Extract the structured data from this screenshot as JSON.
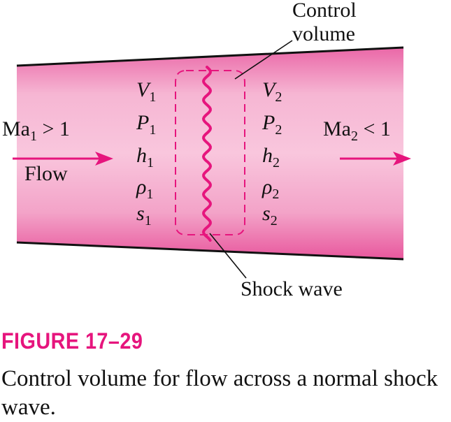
{
  "diagram": {
    "control_volume_label": [
      "Control",
      "volume"
    ],
    "shock_wave_label": "Shock wave",
    "upstream": {
      "mach": {
        "base": "Ma",
        "sub": "1",
        "rest": " > 1"
      },
      "flow_label": "Flow",
      "properties": [
        {
          "sym": "V",
          "sub": "1"
        },
        {
          "sym": "P",
          "sub": "1"
        },
        {
          "sym": "h",
          "sub": "1"
        },
        {
          "sym": "ρ",
          "sub": "1"
        },
        {
          "sym": "s",
          "sub": "1"
        }
      ]
    },
    "downstream": {
      "mach": {
        "base": "Ma",
        "sub": "2",
        "rest": " < 1"
      },
      "properties": [
        {
          "sym": "V",
          "sub": "2"
        },
        {
          "sym": "P",
          "sub": "2"
        },
        {
          "sym": "h",
          "sub": "2"
        },
        {
          "sym": "ρ",
          "sub": "2"
        },
        {
          "sym": "s",
          "sub": "2"
        }
      ]
    },
    "colors": {
      "duct_center": "#f3a9cc",
      "duct_edge": "#e8539a",
      "accent": "#e6157d"
    }
  },
  "figure_number": "FIGURE 17–29",
  "caption": "Control volume for flow across a normal shock wave."
}
